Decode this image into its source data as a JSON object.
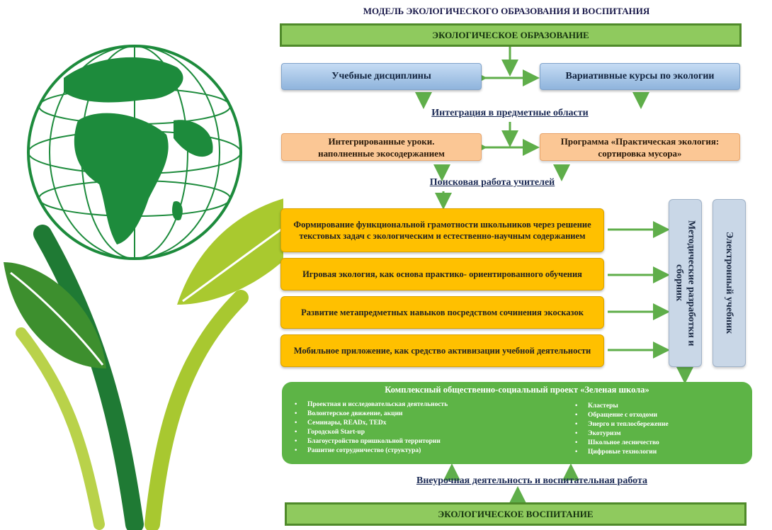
{
  "title": "МОДЕЛЬ ЭКОЛОГИЧЕСКОГО ОБРАЗОВАНИЯ И ВОСПИТАНИЯ",
  "top_bar": "ЭКОЛОГИЧЕСКОЕ ОБРАЗОВАНИЕ",
  "bottom_bar": "ЭКОЛОГИЧЕСКОЕ ВОСПИТАНИЕ",
  "disciplines": "Учебные дисциплины",
  "variative": "Вариативные курсы по экологии",
  "integration": "Интеграция в предметные области",
  "integrated_lessons": [
    "Интегрированные уроки.",
    "наполненные экосодержанием"
  ],
  "program": [
    "Программа «Практическая экология:",
    "сортировка мусора»"
  ],
  "search_work": "Поисковая работа учителей",
  "activities": [
    "Формирование функциональной грамотности школьников через решение текстовых задач с экологическим и естественно-научным содержанием",
    "Игровая экология, как основа практико- ориентированного обучения",
    "Развитие метапредметных навыков посредством сочинения экосказок",
    "Мобильное приложение, как средство активизации учебной деятельности"
  ],
  "methodical": "Методические разработки и сборник",
  "e_textbook": "Электронный учебник",
  "project": {
    "title": "Комплексный общественно-социальный проект «Зеленая школа»",
    "left_items": [
      "Проектная и исследовательская деятельность",
      "Волонтерское движение, акции",
      " Семинары, READх, TEDх",
      "Городской Start-up",
      "Благоустройство пришкольной территории",
      "Рашитие сотрудничество (структура)"
    ],
    "right_items": [
      "Кластеры",
      "Обращение с отходоми",
      "Энерго и теплосбережение",
      "Экотуризм",
      "Школьное лесничество",
      "Цифровые технологии"
    ]
  },
  "extracurricular": "Внеурочная деятельность и воспитательная работа",
  "colors": {
    "dark_green": "#1f8a3c",
    "light_green": "#a8cc3a",
    "arrow_green": "#5fae4a"
  }
}
